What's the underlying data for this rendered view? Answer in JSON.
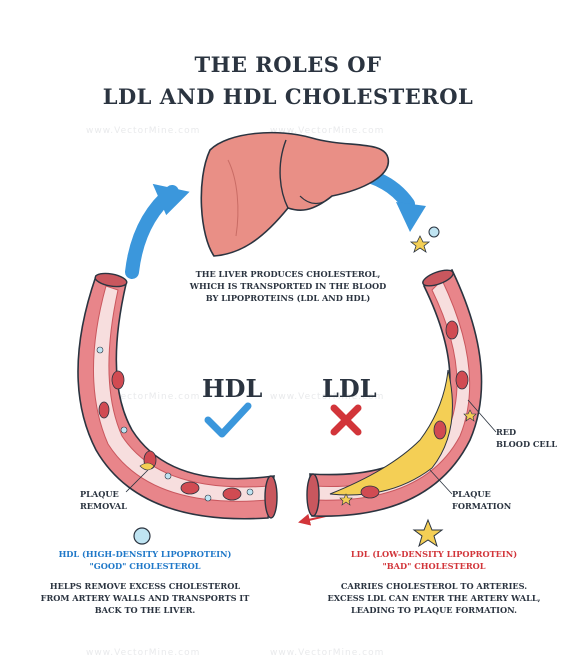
{
  "title": {
    "line1": "THE ROLES OF",
    "line2": "LDL AND HDL CHOLESTEROL"
  },
  "center_text": {
    "line1": "THE LIVER PRODUCES CHOLESTEROL,",
    "line2": "WHICH IS TRANSPORTED IN THE BLOOD",
    "line3": "BY LIPOPROTEINS (LDL AND HDL)"
  },
  "hdl": {
    "label": "HDL",
    "symbol": "check-icon",
    "name_line1": "HDL (HIGH-DENSITY LIPOPROTEIN)",
    "name_line2": "\"GOOD\" CHOLESTEROL",
    "desc_line1": "HELPS REMOVE EXCESS CHOLESTEROL",
    "desc_line2": "FROM ARTERY WALLS AND TRANSPORTS IT",
    "desc_line3": "BACK TO THE LIVER.",
    "callout_line1": "PLAQUE",
    "callout_line2": "REMOVAL",
    "color": "#1f78c8"
  },
  "ldl": {
    "label": "LDL",
    "symbol": "cross-icon",
    "name_line1": "LDL (LOW-DENSITY LIPOPROTEIN)",
    "name_line2": "\"BAD\" CHOLESTEROL",
    "desc_line1": "CARRIES CHOLESTEROL TO ARTERIES.",
    "desc_line2": "EXCESS LDL CAN ENTER THE ARTERY WALL,",
    "desc_line3": "LEADING TO PLAQUE FORMATION.",
    "callout_rbc_line1": "RED",
    "callout_rbc_line2": "BLOOD CELL",
    "callout_plaque_line1": "PLAQUE",
    "callout_plaque_line2": "FORMATION",
    "color": "#d2353a"
  },
  "watermark": "www.VectorMine.com",
  "colors": {
    "artery": "#e8858a",
    "artery_dark": "#c9575e",
    "lumen": "#f7dede",
    "liver": "#e98f86",
    "arrow": "#3b97dc",
    "plaque": "#f4cf55",
    "cholesterol_particle": "#bfe4f2"
  }
}
